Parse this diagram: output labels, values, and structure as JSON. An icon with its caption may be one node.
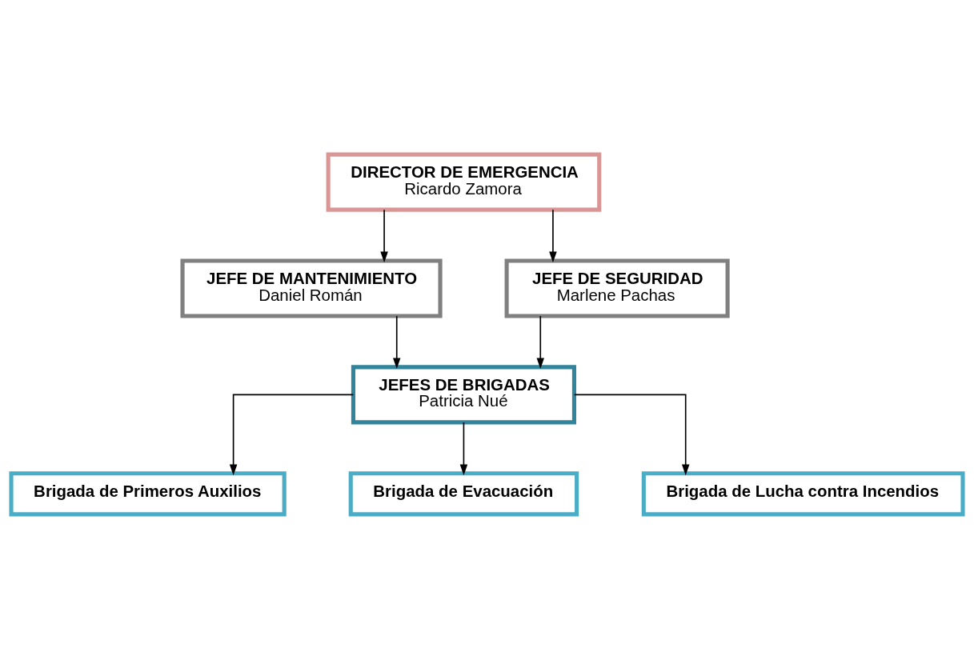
{
  "diagram": {
    "nodes": [
      {
        "text": [
          "DIRECTOR DE EMERGENCIA",
          "Ricardo Zamora"
        ]
      },
      {
        "text": [
          "JEFE DE MANTENIMIENTO",
          "Daniel Román"
        ]
      },
      {
        "text": [
          "JEFE DE SEGURIDAD",
          "Marlene Pachas"
        ]
      },
      {
        "text": [
          "JEFES DE BRIGADAS",
          "Patricia Nué"
        ]
      },
      {
        "text": [
          "Brigada de Primeros Auxilios"
        ]
      },
      {
        "text": [
          "Brigada de Evacuación"
        ]
      },
      {
        "text": [
          "Brigada de Lucha contra Incendios"
        ]
      }
    ],
    "edges": [
      {
        "from": 0,
        "to": 1,
        "arrow": "to"
      },
      {
        "from": 0,
        "to": 2,
        "arrow": "to"
      },
      {
        "from": 1,
        "to": 3,
        "arrow": "to"
      },
      {
        "from": 2,
        "to": 3,
        "arrow": "to"
      },
      {
        "from": 3,
        "to": 4,
        "arrow": "to"
      },
      {
        "from": 3,
        "to": 5,
        "arrow": "to"
      },
      {
        "from": 3,
        "to": 6,
        "arrow": "to"
      }
    ]
  }
}
